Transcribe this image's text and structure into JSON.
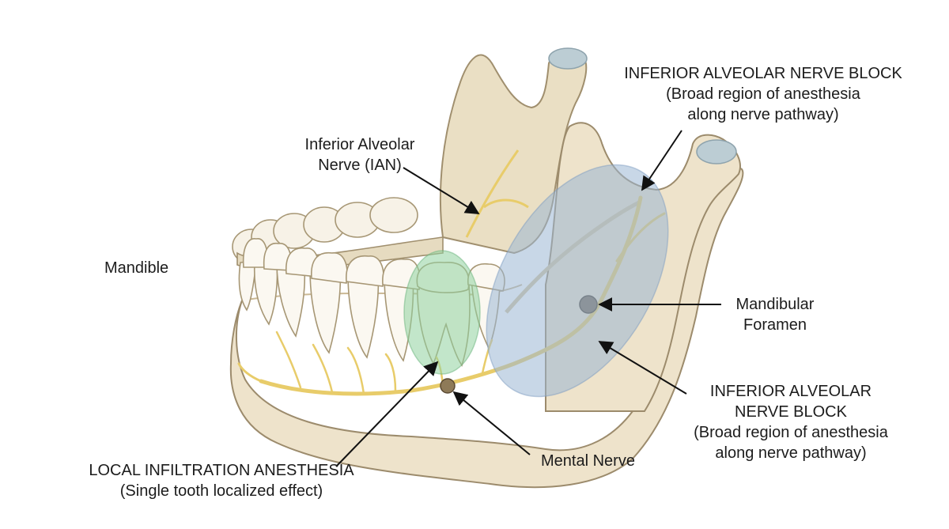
{
  "labels": {
    "mandible": "Mandible",
    "ian_line1": "Inferior Alveolar",
    "ian_line2": "Nerve (IAN)",
    "ianb_top_line1": "INFERIOR ALVEOLAR NERVE BLOCK",
    "ianb_top_line2": "(Broad region of anesthesia",
    "ianb_top_line3": "along nerve pathway)",
    "foramen_line1": "Mandibular",
    "foramen_line2": "Foramen",
    "ianb_right_line1": "INFERIOR ALVEOLAR",
    "ianb_right_line2": "NERVE BLOCK",
    "ianb_right_line3": "(Broad region of anesthesia",
    "ianb_right_line4": "along nerve pathway)",
    "mental_nerve": "Mental Nerve",
    "local_line1": "LOCAL INFILTRATION ANESTHESIA",
    "local_line2": "(Single tooth localized effect)"
  },
  "colors": {
    "bone": "#eee3cb",
    "bone_shadow": "#d7c8a6",
    "bone_outline": "#9c8b6c",
    "tooth": "#fbf8f1",
    "cartilage": "#b9cbd3",
    "nerve": "#e8cc6a",
    "block_zone": "#9ab6d4",
    "infiltration_zone": "#8fd19e",
    "arrow": "#111111"
  }
}
